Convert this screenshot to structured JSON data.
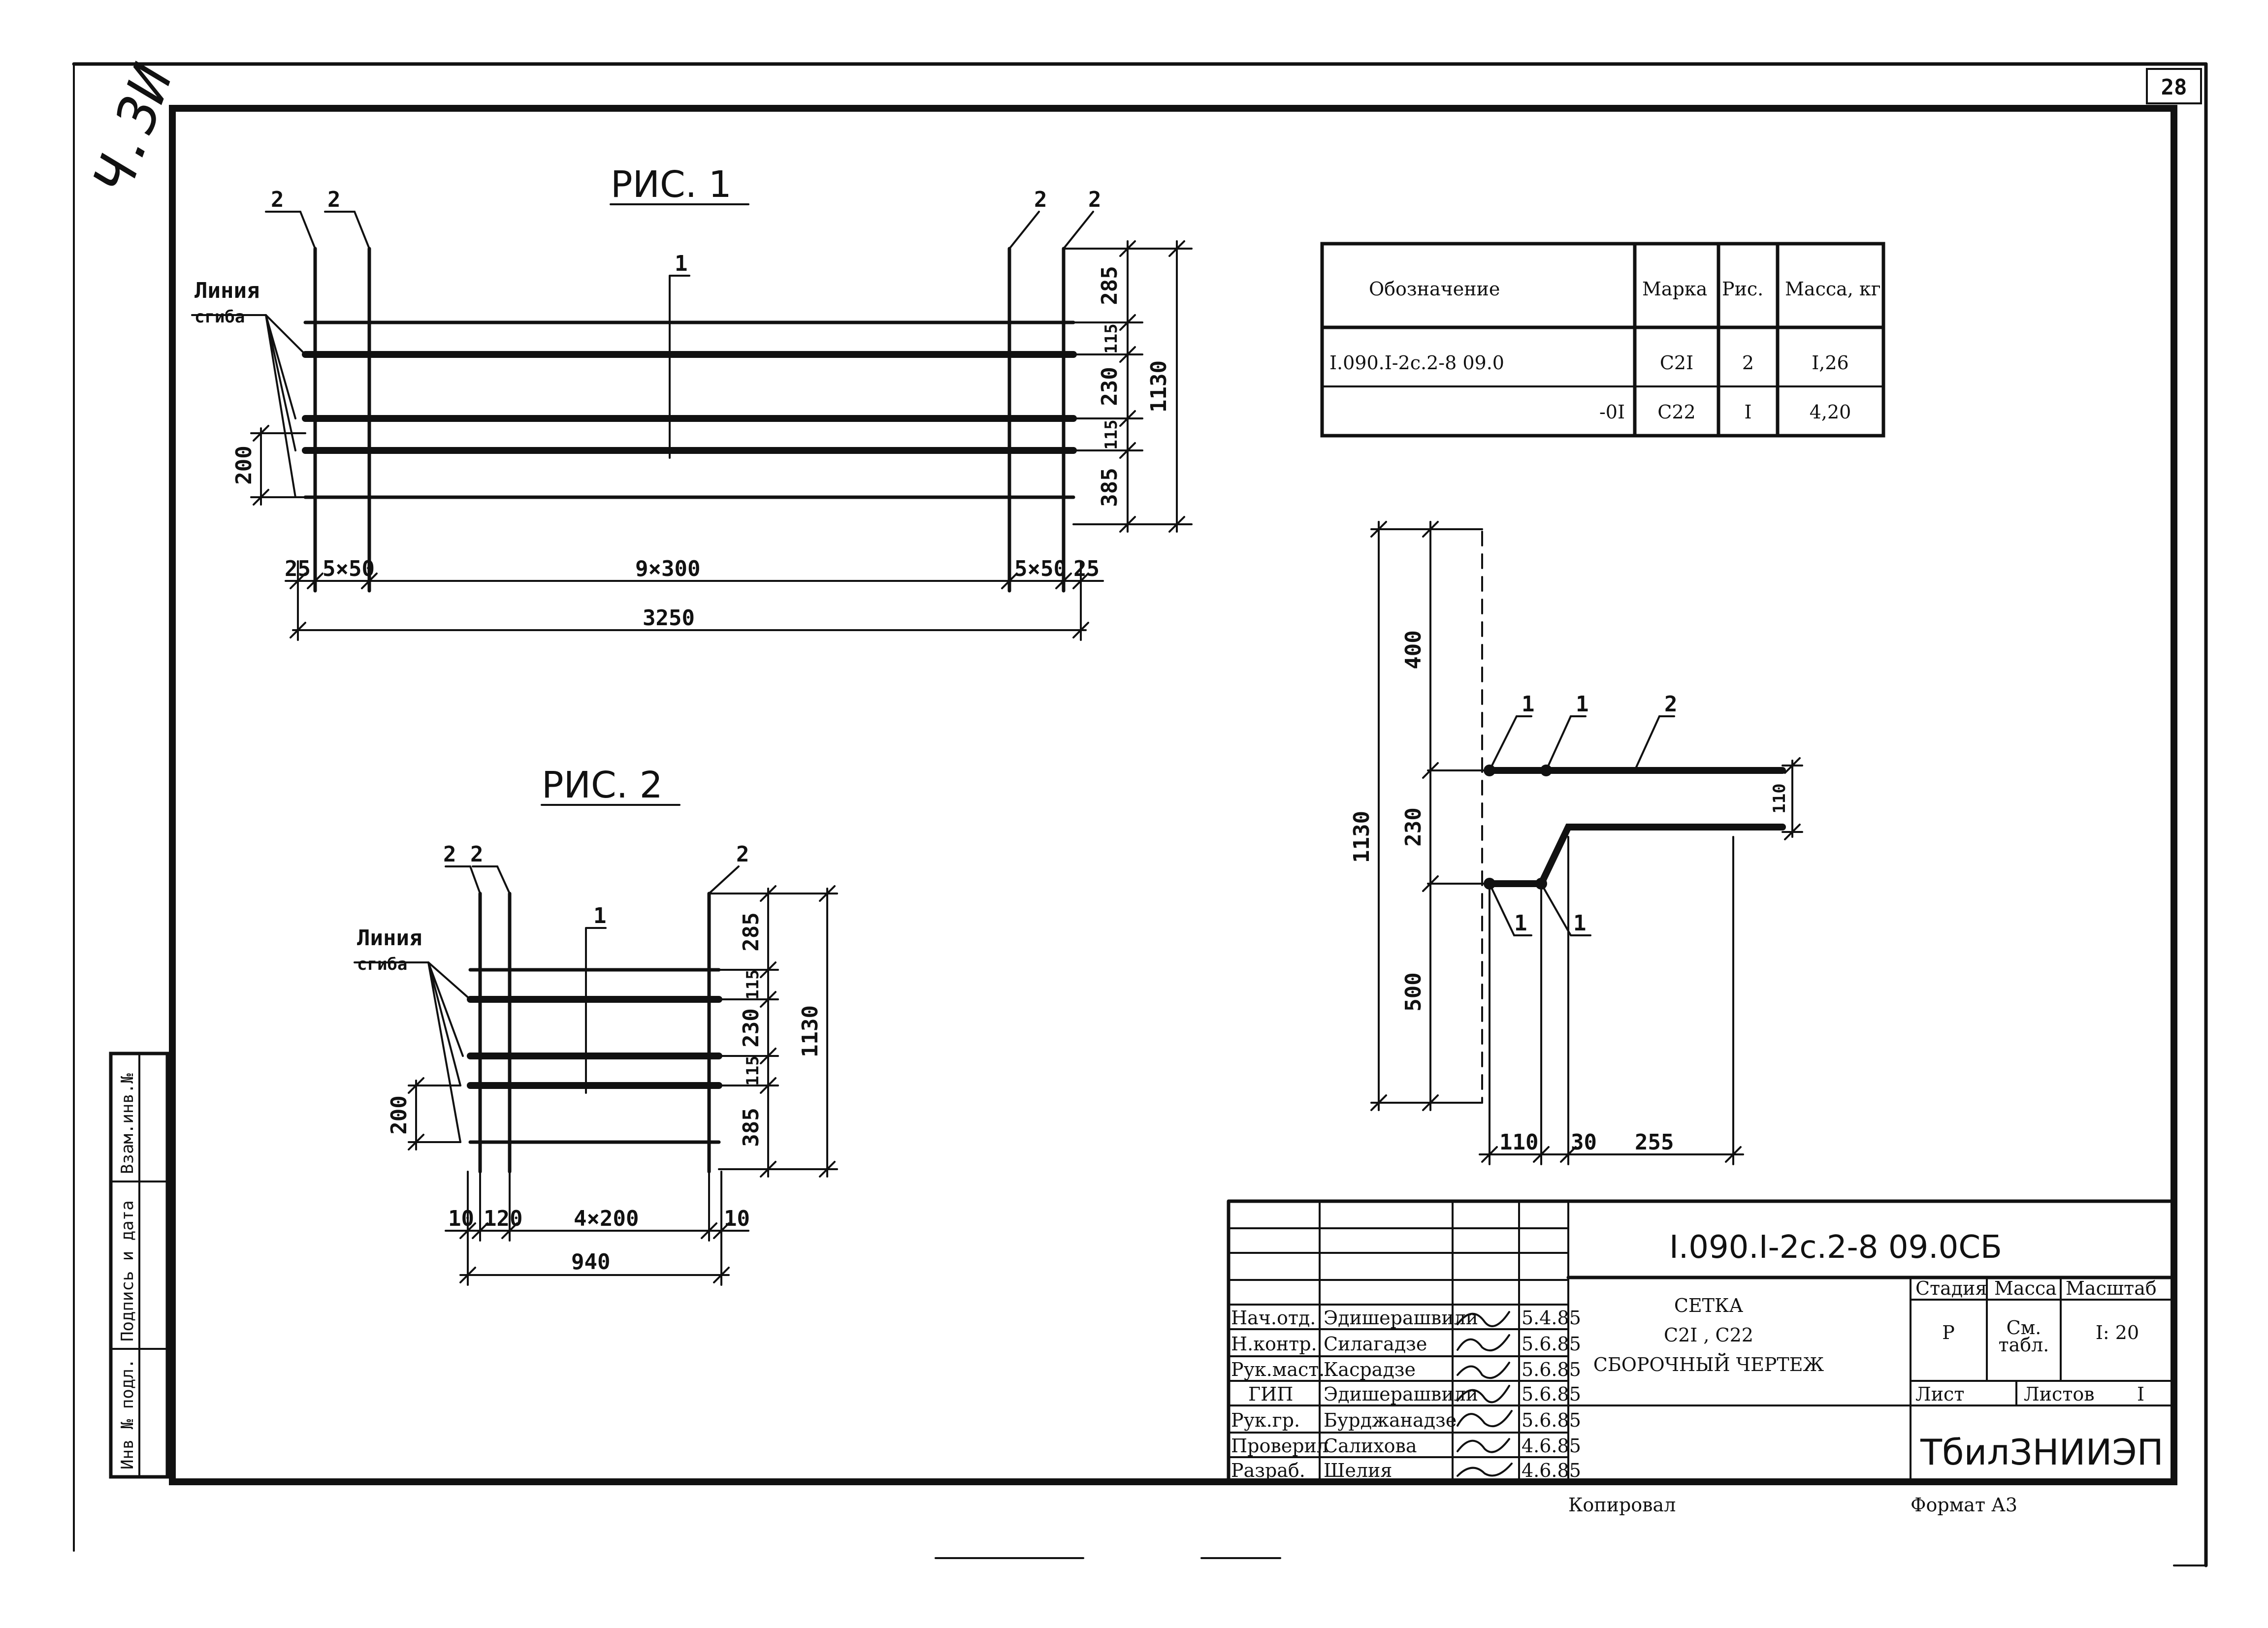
{
  "sheet": {
    "sheet_number": "28",
    "handwritten_mark": "Ч.ЗИ",
    "side_stamp": [
      "Инв № подл.",
      "Подпись и дата",
      "Взам.инв.№"
    ]
  },
  "fig1": {
    "title": "РИС. 1",
    "bend_label": [
      "Линия",
      "сгиба"
    ],
    "bar_labels": [
      "2",
      "2",
      "2",
      "2",
      "1"
    ],
    "dims_right": [
      "285",
      "115",
      "230",
      "115",
      "385"
    ],
    "dim_total": "1130",
    "dim_left": "200",
    "dims_bottom": [
      "25",
      "5×50",
      "9×300",
      "5×50",
      "25"
    ],
    "dim_length": "3250"
  },
  "fig2": {
    "title": "РИС. 2",
    "bend_label": [
      "Линия",
      "сгиба"
    ],
    "bar_labels": [
      "2",
      "2",
      "2",
      "1"
    ],
    "dims_right": [
      "285",
      "115",
      "230",
      "115",
      "385"
    ],
    "dim_total": "1130",
    "dim_left": "200",
    "dims_bottom": [
      "10",
      "120",
      "4×200",
      "10"
    ],
    "dim_length": "940"
  },
  "section": {
    "dims_left": [
      "400",
      "230",
      "500"
    ],
    "dim_total": "1130",
    "dim_right": "110",
    "dims_bottom": [
      "110",
      "30",
      "255"
    ],
    "labels": [
      "1",
      "1",
      "2",
      "1",
      "1"
    ]
  },
  "spec_table": {
    "headers": [
      "Обозначение",
      "Марка",
      "Рис.",
      "Масса, кг"
    ],
    "rows": [
      [
        "I.090.I-2с.2-8 09.0",
        "С2I",
        "2",
        "I,26"
      ],
      [
        "-0I",
        "С22",
        "I",
        "4,20"
      ]
    ]
  },
  "title_block": {
    "code": "I.090.I-2с.2-8   09.0СБ",
    "name": [
      "СЕТКА",
      "С2I ,  С22",
      "СБОРОЧНЫЙ ЧЕРТЕЖ"
    ],
    "stage_header": "Стадия",
    "mass_header": "Масса",
    "scale_header": "Масштаб",
    "stage": "Р",
    "mass": [
      "См.",
      "табл."
    ],
    "scale": "I: 20",
    "sheet_label": "Лист",
    "sheets_label": "Листов",
    "sheets_value": "I",
    "org": "ТбилЗНИИЭП",
    "copied_label": "Копировал",
    "format_label": "Формат А3",
    "staff": [
      {
        "role": "Нач.отд.",
        "name": "Эдишерашвили",
        "date": "5.4.85"
      },
      {
        "role": "Н.контр.",
        "name": "Силагадзе",
        "date": "5.6.85"
      },
      {
        "role": "Рук.маст.",
        "name": "Касрадзе",
        "date": "5.6.85"
      },
      {
        "role": "ГИП",
        "name": "Эдишерашвили",
        "date": "5.6.85"
      },
      {
        "role": "Рук.гр.",
        "name": "Бурджанадзе",
        "date": "5.6.85"
      },
      {
        "role": "Проверил",
        "name": "Салихова",
        "date": "4.6.85"
      },
      {
        "role": "Разраб.",
        "name": "Шелия",
        "date": "4.6.85"
      }
    ]
  }
}
